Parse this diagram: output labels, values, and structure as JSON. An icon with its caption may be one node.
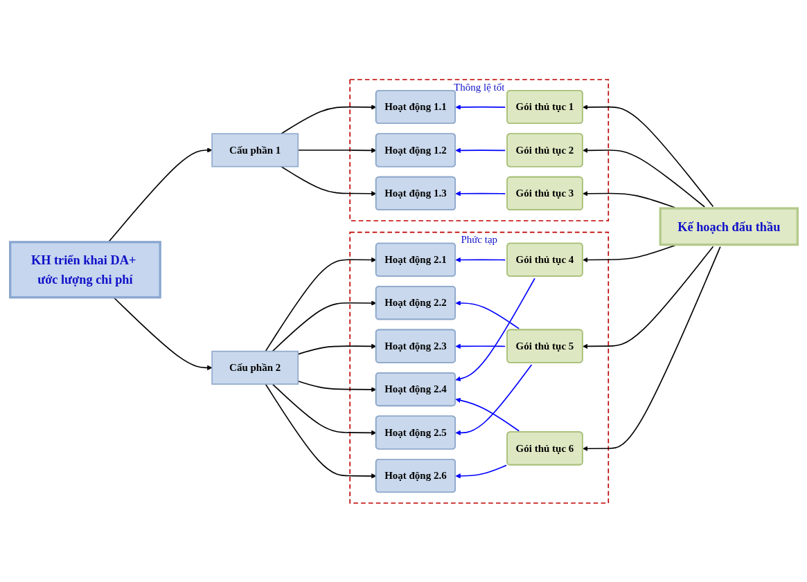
{
  "diagram": {
    "nodes": [
      {
        "text": [
          "KH triển khai DA+ ước lượng chi phí"
        ]
      },
      {
        "text": [
          "Kế hoạch đấu thầu"
        ]
      },
      {
        "text": [
          "Cấu phần 1"
        ]
      },
      {
        "text": [
          "Thông lệ tốt"
        ]
      },
      {
        "text": [
          "Hoạt động 1.1"
        ],
        "in": 3
      },
      {
        "text": [
          "Gói thủ tục 1"
        ],
        "in": 3
      },
      {
        "text": [
          "Hoạt động 1.2"
        ],
        "in": 3
      },
      {
        "text": [
          "Gói thủ tục 2"
        ],
        "in": 3
      },
      {
        "text": [
          "Hoạt động 1.3"
        ],
        "in": 3
      },
      {
        "text": [
          "Gói thủ tục 3"
        ],
        "in": 3
      },
      {
        "text": [
          "Cấu phần 2"
        ]
      },
      {
        "text": [
          "Phức tạp"
        ]
      },
      {
        "text": [
          "Hoạt động 2.1"
        ],
        "in": 11
      },
      {
        "text": [
          "Gói thủ tục 4"
        ],
        "in": 11
      },
      {
        "text": [
          "Hoạt động 2.2"
        ],
        "in": 11
      },
      {
        "text": [
          "Gói thủ tục 5"
        ],
        "in": 11
      },
      {
        "text": [
          "Hoạt động 2.3"
        ],
        "in": 11
      },
      {
        "text": [
          "Hoạt động 2.4"
        ],
        "in": 11
      },
      {
        "text": [
          "Hoạt động 2.5"
        ],
        "in": 11
      },
      {
        "text": [
          "Hoạt động 2.6"
        ],
        "in": 11
      },
      {
        "text": [
          "Gói thủ tục 6"
        ],
        "in": 11
      }
    ],
    "edges": [
      {
        "from": 0,
        "to": 2,
        "arrow": "to"
      },
      {
        "from": 0,
        "to": 10,
        "arrow": "to"
      },
      {
        "from": 2,
        "to": 4,
        "arrow": "to"
      },
      {
        "from": 2,
        "to": 6,
        "arrow": "to"
      },
      {
        "from": 2,
        "to": 8,
        "arrow": "to"
      },
      {
        "from": 10,
        "to": 12,
        "arrow": "to"
      },
      {
        "from": 10,
        "to": 14,
        "arrow": "to"
      },
      {
        "from": 10,
        "to": 16,
        "arrow": "to"
      },
      {
        "from": 10,
        "to": 17,
        "arrow": "to"
      },
      {
        "from": 10,
        "to": 18,
        "arrow": "to"
      },
      {
        "from": 10,
        "to": 19,
        "arrow": "to"
      },
      {
        "from": 1,
        "to": 5,
        "arrow": "to"
      },
      {
        "from": 1,
        "to": 7,
        "arrow": "to"
      },
      {
        "from": 1,
        "to": 9,
        "arrow": "to"
      },
      {
        "from": 1,
        "to": 13,
        "arrow": "to"
      },
      {
        "from": 1,
        "to": 15,
        "arrow": "to"
      },
      {
        "from": 1,
        "to": 20,
        "arrow": "to"
      },
      {
        "from": 5,
        "to": 4,
        "arrow": "to",
        "color": "#0000ff"
      },
      {
        "from": 7,
        "to": 6,
        "arrow": "to",
        "color": "#0000ff"
      },
      {
        "from": 9,
        "to": 8,
        "arrow": "to",
        "color": "#0000ff"
      },
      {
        "from": 13,
        "to": 12,
        "arrow": "to",
        "color": "#0000ff"
      },
      {
        "from": 13,
        "to": 17,
        "arrow": "to",
        "color": "#0000ff"
      },
      {
        "from": 15,
        "to": 14,
        "arrow": "to",
        "color": "#0000ff"
      },
      {
        "from": 15,
        "to": 16,
        "arrow": "to",
        "color": "#0000ff"
      },
      {
        "from": 15,
        "to": 18,
        "arrow": "to",
        "color": "#0000ff"
      },
      {
        "from": 20,
        "to": 19,
        "arrow": "to",
        "color": "#0000ff"
      },
      {
        "from": 20,
        "to": 17,
        "arrow": "to",
        "color": "#0000ff"
      }
    ]
  }
}
